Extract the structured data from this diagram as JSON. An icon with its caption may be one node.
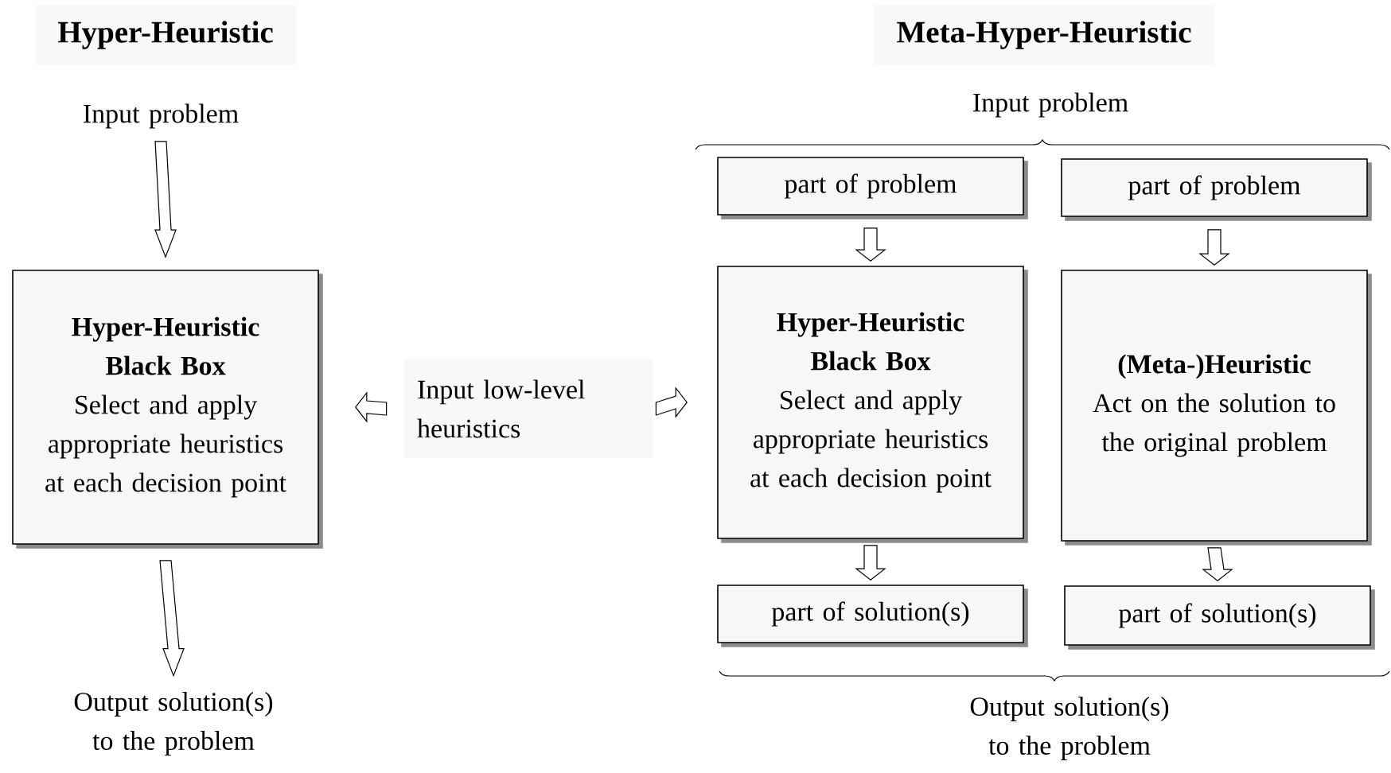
{
  "diagram": {
    "nodes": [
      {
        "text": [
          "Input problem"
        ]
      },
      {
        "text": [
          "Hyper-Heuristic Black Box",
          "Select and apply appropriate heuristics at each decision point"
        ]
      },
      {
        "text": [
          "Output solution(s) to the problem"
        ]
      },
      {
        "text": [
          "Input low-level heuristics"
        ]
      },
      {
        "text": [
          "part of problem"
        ]
      },
      {
        "text": [
          "part of problem"
        ]
      },
      {
        "text": [
          "Hyper-Heuristic Black Box",
          "Select and apply appropriate heuristics at each decision point"
        ]
      },
      {
        "text": [
          "(Meta-)Heuristic",
          "Act on the solution to the original problem"
        ]
      },
      {
        "text": [
          "part of solution(s)"
        ]
      },
      {
        "text": [
          "part of solution(s)"
        ]
      }
    ],
    "edges": [
      {
        "from": 0,
        "to": 1,
        "arrow": "to"
      },
      {
        "from": 1,
        "to": 2,
        "arrow": "to"
      },
      {
        "from": 3,
        "to": 1,
        "arrow": "to"
      },
      {
        "from": 3,
        "to": 6,
        "arrow": "to"
      },
      {
        "from": 4,
        "to": 6,
        "arrow": "to"
      },
      {
        "from": 5,
        "to": 7,
        "arrow": "to"
      },
      {
        "from": 6,
        "to": 8,
        "arrow": "to"
      },
      {
        "from": 7,
        "to": 9,
        "arrow": "to"
      }
    ],
    "labels": [
      "Hyper-Heuristic",
      "Meta-Hyper-Heuristic",
      "Input problem",
      "Output solution(s) to the problem"
    ]
  }
}
